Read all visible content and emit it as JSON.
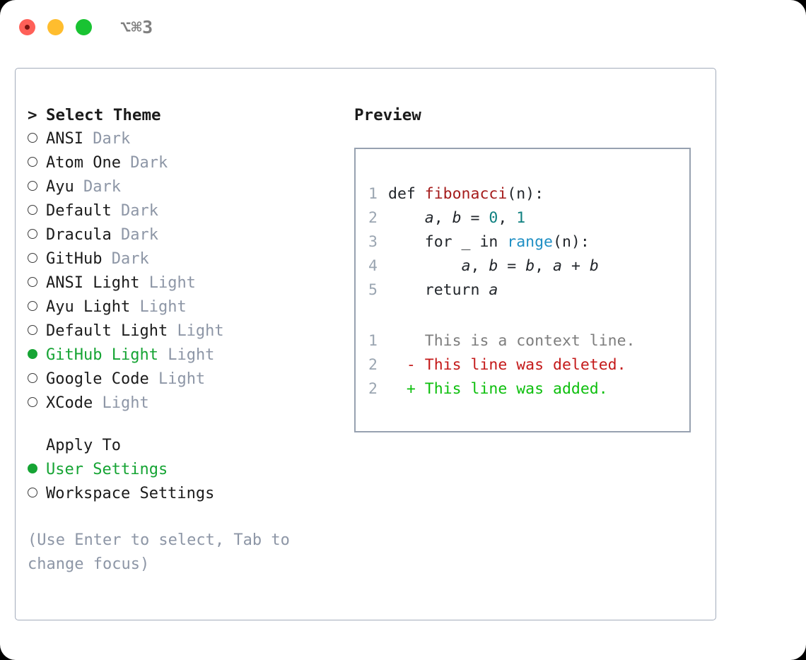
{
  "window": {
    "shortcut_label": "⌥⌘3",
    "traffic_lights": [
      "close",
      "minimize",
      "maximize"
    ],
    "colors": {
      "close": "#ff6058",
      "minimize": "#ffbd2e",
      "maximize": "#19c332",
      "selection_green": "#16a434",
      "tag_gray": "#8d96a6",
      "border": "#a3acbb",
      "preview_border": "#97a1b0"
    }
  },
  "theme_picker": {
    "caret": ">",
    "title": "Select Theme",
    "bullet_empty": "○",
    "bullet_selected": "●",
    "items": [
      {
        "name": "ANSI",
        "tag": "Dark",
        "selected": false
      },
      {
        "name": "Atom One",
        "tag": "Dark",
        "selected": false
      },
      {
        "name": "Ayu",
        "tag": "Dark",
        "selected": false
      },
      {
        "name": "Default",
        "tag": "Dark",
        "selected": false
      },
      {
        "name": "Dracula",
        "tag": "Dark",
        "selected": false
      },
      {
        "name": "GitHub",
        "tag": "Dark",
        "selected": false
      },
      {
        "name": "ANSI Light",
        "tag": "Light",
        "selected": false
      },
      {
        "name": "Ayu Light",
        "tag": "Light",
        "selected": false
      },
      {
        "name": "Default Light",
        "tag": "Light",
        "selected": false
      },
      {
        "name": "GitHub Light",
        "tag": "Light",
        "selected": true
      },
      {
        "name": "Google Code",
        "tag": "Light",
        "selected": false
      },
      {
        "name": "XCode",
        "tag": "Light",
        "selected": false
      }
    ]
  },
  "apply_to": {
    "title": "Apply To",
    "options": [
      {
        "name": "User Settings",
        "selected": true
      },
      {
        "name": "Workspace Settings",
        "selected": false
      }
    ]
  },
  "hint": "(Use Enter to select, Tab to change focus)",
  "preview": {
    "title": "Preview",
    "code_lines": [
      {
        "number": "1",
        "tokens": [
          {
            "text": "def ",
            "type": "kw"
          },
          {
            "text": "fibonacci",
            "type": "fn"
          },
          {
            "text": "(n):",
            "type": "plain"
          }
        ]
      },
      {
        "number": "2",
        "tokens": [
          {
            "text": "    ",
            "type": "plain"
          },
          {
            "text": "a",
            "type": "var"
          },
          {
            "text": ", ",
            "type": "plain"
          },
          {
            "text": "b",
            "type": "var"
          },
          {
            "text": " = ",
            "type": "plain"
          },
          {
            "text": "0",
            "type": "num"
          },
          {
            "text": ", ",
            "type": "plain"
          },
          {
            "text": "1",
            "type": "num"
          }
        ]
      },
      {
        "number": "3",
        "tokens": [
          {
            "text": "    for _ in ",
            "type": "plain"
          },
          {
            "text": "range",
            "type": "builtin"
          },
          {
            "text": "(n):",
            "type": "plain"
          }
        ]
      },
      {
        "number": "4",
        "tokens": [
          {
            "text": "        ",
            "type": "plain"
          },
          {
            "text": "a",
            "type": "var"
          },
          {
            "text": ", ",
            "type": "plain"
          },
          {
            "text": "b",
            "type": "var"
          },
          {
            "text": " = ",
            "type": "plain"
          },
          {
            "text": "b",
            "type": "var"
          },
          {
            "text": ", ",
            "type": "plain"
          },
          {
            "text": "a",
            "type": "var"
          },
          {
            "text": " + ",
            "type": "plain"
          },
          {
            "text": "b",
            "type": "var"
          }
        ]
      },
      {
        "number": "5",
        "tokens": [
          {
            "text": "    return ",
            "type": "plain"
          },
          {
            "text": "a",
            "type": "var"
          }
        ]
      }
    ],
    "diff_lines": [
      {
        "number": "1",
        "sign": " ",
        "text": "This is a context line.",
        "kind": "context"
      },
      {
        "number": "2",
        "sign": "-",
        "text": "This line was deleted.",
        "kind": "del"
      },
      {
        "number": "2",
        "sign": "+",
        "text": "This line was added.",
        "kind": "add"
      }
    ]
  }
}
